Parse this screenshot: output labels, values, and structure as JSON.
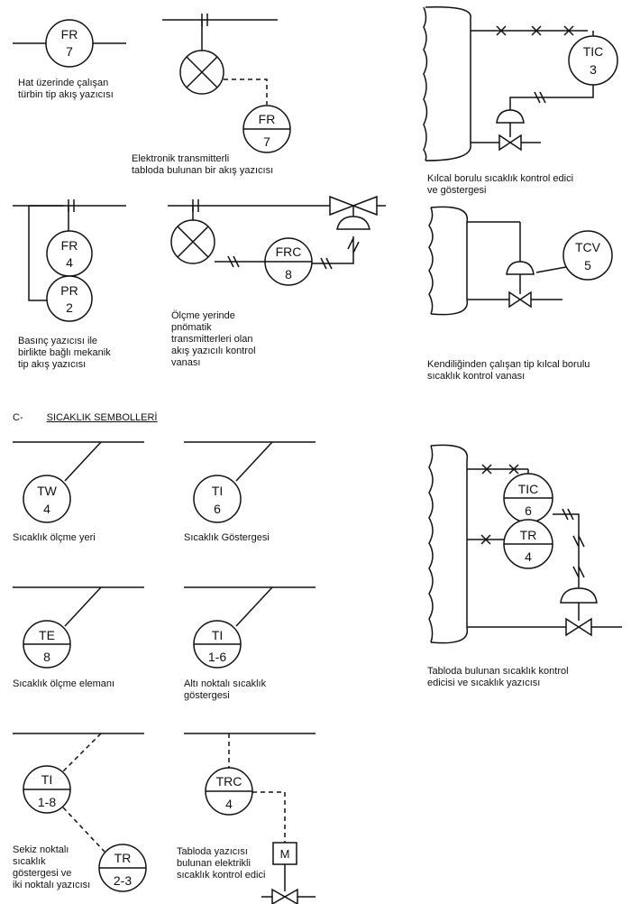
{
  "section": {
    "letter": "C-",
    "title": "SICAKLIK SEMBOLLERİ"
  },
  "symbols": {
    "fr7_line": {
      "top": "FR",
      "bottom": "7"
    },
    "fr7_board": {
      "top": "FR",
      "bottom": "7"
    },
    "fr4": {
      "top": "FR",
      "bottom": "4"
    },
    "pr2": {
      "top": "PR",
      "bottom": "2"
    },
    "frc8": {
      "top": "FRC",
      "bottom": "8"
    },
    "tic3": {
      "top": "TIC",
      "bottom": "3"
    },
    "tcv5": {
      "top": "TCV",
      "bottom": "5"
    },
    "tw4": {
      "top": "TW",
      "bottom": "4"
    },
    "ti6": {
      "top": "TI",
      "bottom": "6"
    },
    "te8": {
      "top": "TE",
      "bottom": "8"
    },
    "ti16": {
      "top": "TI",
      "bottom": "1-6"
    },
    "ti18": {
      "top": "TI",
      "bottom": "1-8"
    },
    "tr23": {
      "top": "TR",
      "bottom": "2-3"
    },
    "trc4": {
      "top": "TRC",
      "bottom": "4"
    },
    "tic6": {
      "top": "TIC",
      "bottom": "6"
    },
    "tr4": {
      "top": "TR",
      "bottom": "4"
    },
    "motor": {
      "label": "M"
    }
  },
  "captions": {
    "c1": [
      "Hat üzerinde çalışan",
      "türbin tip akış yazıcısı"
    ],
    "c2": [
      "Elektronik transmitterli",
      "tabloda bulunan bir akış yazıcısı"
    ],
    "c3": [
      "Kılcal borulu sıcaklık kontrol edici",
      "ve göstergesi"
    ],
    "c4": [
      "Basınç yazıcısı ile",
      "birlikte bağlı mekanik",
      "tip akış yazıcısı"
    ],
    "c5": [
      "Ölçme yerinde",
      "pnömatik",
      "transmitterleri olan",
      "akış yazıcılı kontrol",
      "vanası"
    ],
    "c6": [
      "Kendiliğinden çalışan tip kılcal borulu",
      "sıcaklık kontrol vanası"
    ],
    "c7": [
      "Sıcaklık ölçme yeri"
    ],
    "c8": [
      "Sıcaklık Göstergesi"
    ],
    "c9": [
      "Sıcaklık ölçme elemanı"
    ],
    "c10": [
      "Altı noktalı sıcaklık",
      "göstergesi"
    ],
    "c11": [
      "Tabloda bulunan sıcaklık kontrol",
      "edicisi ve  sıcaklık yazıcısı"
    ],
    "c12": [
      "Sekiz noktalı",
      "sıcaklık",
      "göstergesi ve",
      "iki noktalı yazıcısı"
    ],
    "c13": [
      "Tabloda yazıcısı",
      "bulunan elektrikli",
      "sıcaklık kontrol edici"
    ]
  }
}
